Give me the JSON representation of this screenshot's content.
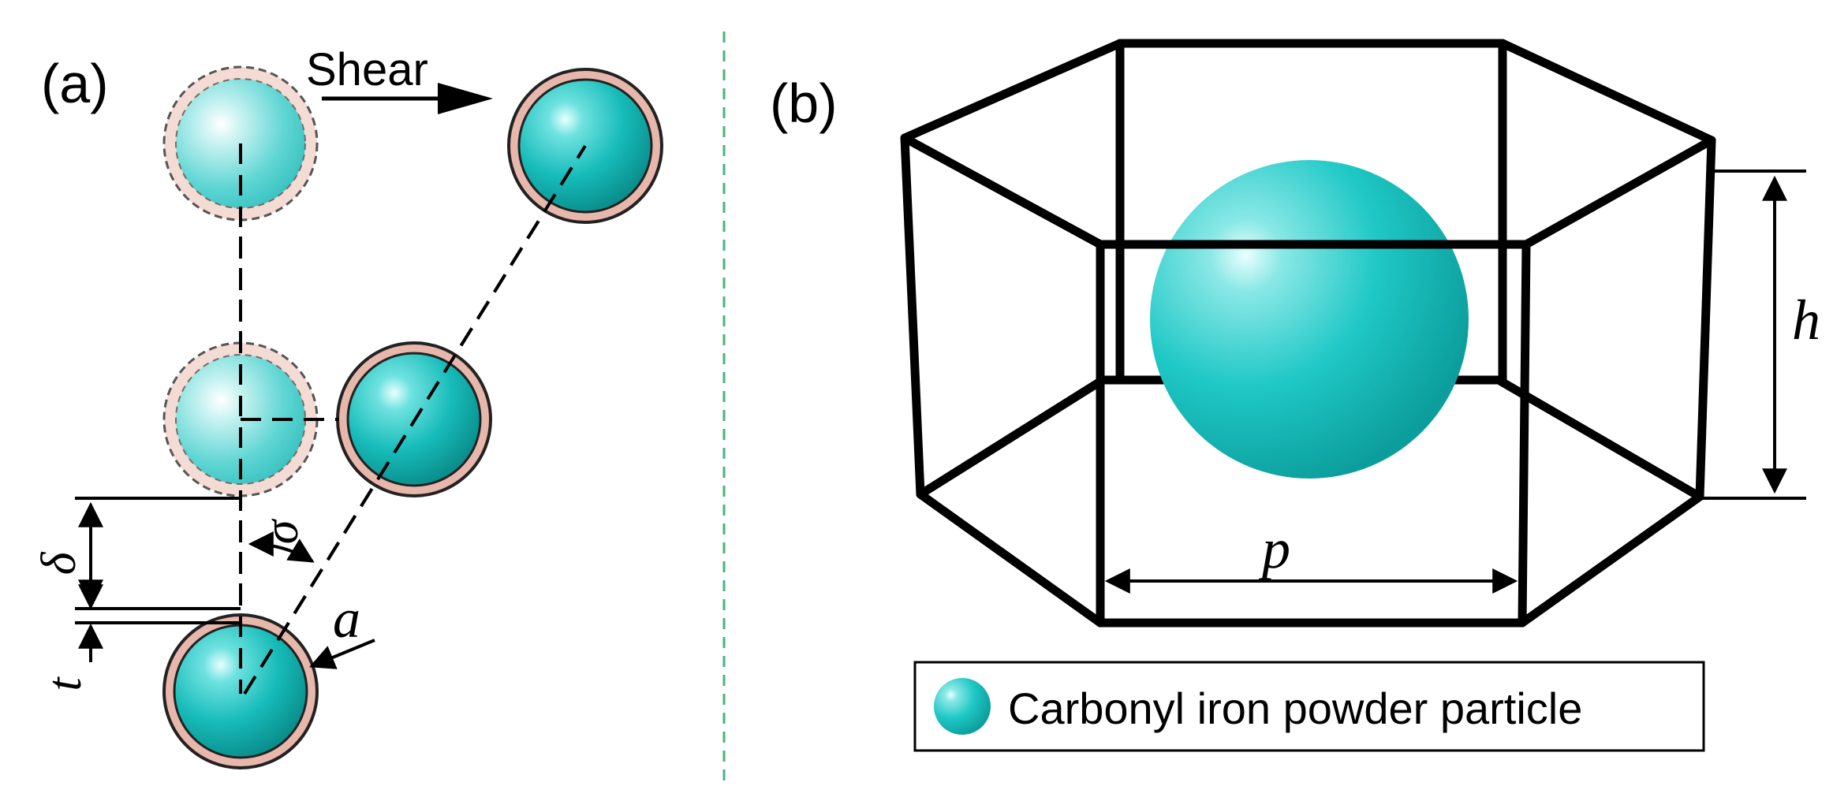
{
  "panel_a": {
    "label": "(a)",
    "shear_label": "Shear",
    "symbols": {
      "delta": "δ",
      "sigma": "σ",
      "a": "a",
      "t": "t"
    }
  },
  "panel_b": {
    "label": "(b)",
    "height_label": "h",
    "width_label": "p"
  },
  "legend": {
    "label": "Carbonyl iron powder particle"
  },
  "colors": {
    "particle": "#1fc8c6",
    "particle_light": "#6fe0de",
    "coating": "#e8b7ab",
    "divider": "#4bb37d",
    "frame": "#000000"
  }
}
